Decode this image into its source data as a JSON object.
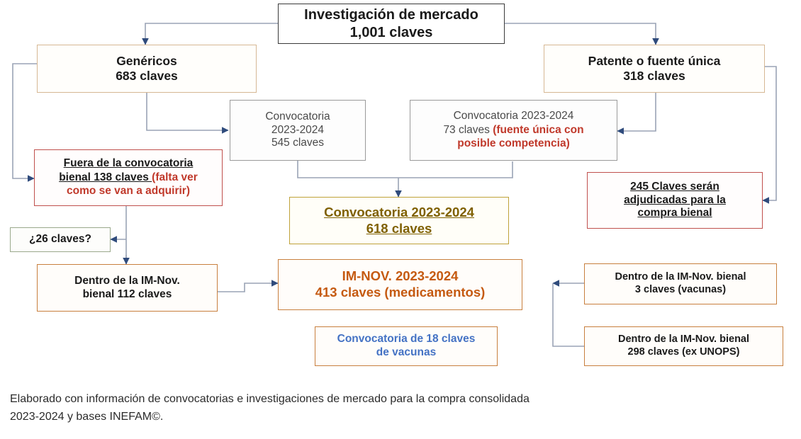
{
  "diagram": {
    "title": "Investigación de mercado 1,001 claves",
    "nodes": {
      "root": {
        "line1": "Investigación de mercado",
        "line2": "1,001 claves"
      },
      "genericos": {
        "line1": "Genéricos",
        "line2": "683 claves"
      },
      "patente": {
        "line1": "Patente o fuente única",
        "line2": "318 claves"
      },
      "conv545": {
        "line1": "Convocatoria",
        "line2": "2023-2024",
        "line3": "545 claves"
      },
      "conv73": {
        "line1": "Convocatoria 2023-2024",
        "line2": "73 claves ",
        "line2_red": "(fuente única con",
        "line3_red": "posible competencia)"
      },
      "fuera": {
        "line1": "Fuera de la convocatoria",
        "line2": "bienal 138 claves ",
        "line2_red": "(falta ver",
        "line3_red": "como se van a adquirir)"
      },
      "claves245": {
        "line1": "245 Claves serán",
        "line2": "adjudicadas para la",
        "line3": "compra bienal"
      },
      "conv618": {
        "line1": "Convocatoria 2023-2024",
        "line2": "618 claves"
      },
      "claves26": {
        "line1": "¿26 claves?"
      },
      "dentro112": {
        "line1": "Dentro de la IM-Nov.",
        "line2": "bienal 112 claves"
      },
      "imnov": {
        "line1": "IM-NOV. 2023-2024",
        "line2": "413 claves (medicamentos)"
      },
      "vacunas18": {
        "line1": "Convocatoria de 18 claves",
        "line2": "de vacunas"
      },
      "dentro3": {
        "line1": "Dentro de la IM-Nov. bienal",
        "line2": "3 claves (vacunas)"
      },
      "dentro298": {
        "line1": "Dentro de la IM-Nov. bienal",
        "line2": "298 claves (ex UNOPS)"
      }
    },
    "caption": {
      "line1": "Elaborado con información de convocatorias e investigaciones de mercado para la compra consolidada",
      "line2": "2023-2024 y bases INEFAM©."
    },
    "colors": {
      "connector": "#9aa3b5",
      "arrow": "#2f4b7c",
      "border_tan": "#d6b894",
      "border_red": "#c0504d",
      "border_gold": "#bfa23a",
      "border_orange": "#c87f3e",
      "border_green": "#9aa98c",
      "border_gray": "#9a9a9a",
      "text_red": "#c0392b",
      "text_gold": "#7f6000",
      "text_orange": "#c55a11",
      "text_blue": "#4472c4"
    }
  }
}
